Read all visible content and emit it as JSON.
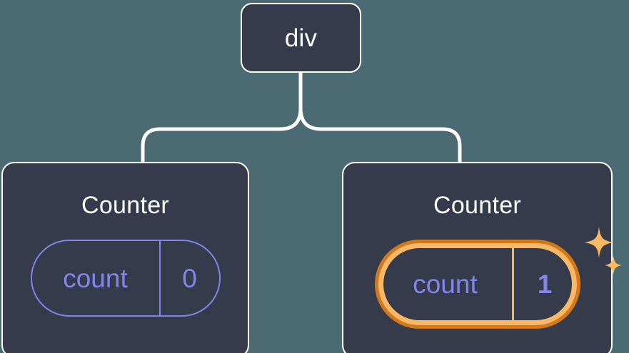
{
  "diagram": {
    "title": "React component tree with highlighted state update",
    "background_color": "#4c6a73",
    "node_fill_color": "#353b4a",
    "node_border_color": "#ffffff",
    "connector_color": "#ffffff",
    "state_color": "#8186ed",
    "highlight_outer_color": "#d1791c",
    "highlight_inner_color": "#f9b865",
    "sparkle_color": "#f9b865"
  },
  "nodes": {
    "root": {
      "label": "div",
      "highlighted": false
    },
    "children": [
      {
        "label": "Counter",
        "highlighted": false,
        "state": {
          "key": "count",
          "value": "0"
        }
      },
      {
        "label": "Counter",
        "highlighted": true,
        "state": {
          "key": "count",
          "value": "1"
        }
      }
    ]
  },
  "icons": {
    "sparkle_large": "sparkle-icon",
    "sparkle_small": "sparkle-icon"
  }
}
